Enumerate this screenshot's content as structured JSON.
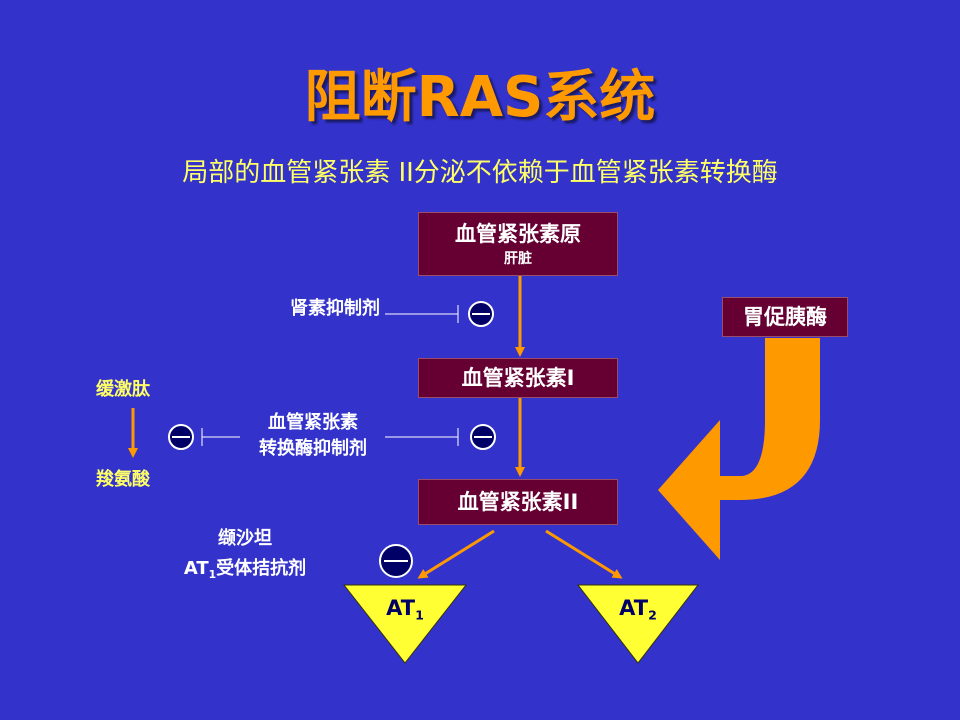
{
  "slide": {
    "title": "阻断RAS系统",
    "subtitle": "局部的血管紧张素 II分泌不依赖于血管紧张素转换酶"
  },
  "nodes": {
    "angiotensinogen": {
      "label": "血管紧张素原",
      "sublabel": "肝脏"
    },
    "angiotensin1": {
      "label": "血管紧张素I"
    },
    "angiotensin2": {
      "label": "血管紧张素II"
    },
    "chymase": {
      "label": "胃促胰酶"
    }
  },
  "inhibitors": {
    "renin": "肾素抑制剂",
    "ace_line1": "血管紧张素",
    "ace_line2": "转换酶抑制剂",
    "arb_line1": "缬沙坦",
    "arb_line2_prefix": "AT",
    "arb_line2_sub": "1",
    "arb_line2_suffix": "受体拮抗剂"
  },
  "bradykinin": {
    "from": "缓激肽",
    "to": "羧氨酸"
  },
  "receptors": {
    "at1_prefix": "AT",
    "at1_sub": "1",
    "at2_prefix": "AT",
    "at2_sub": "2"
  },
  "colors": {
    "background": "#3333cc",
    "box": "#660033",
    "arrow": "#ff9900",
    "triangle": "#ffff33",
    "label_yellow": "#ffff66"
  }
}
